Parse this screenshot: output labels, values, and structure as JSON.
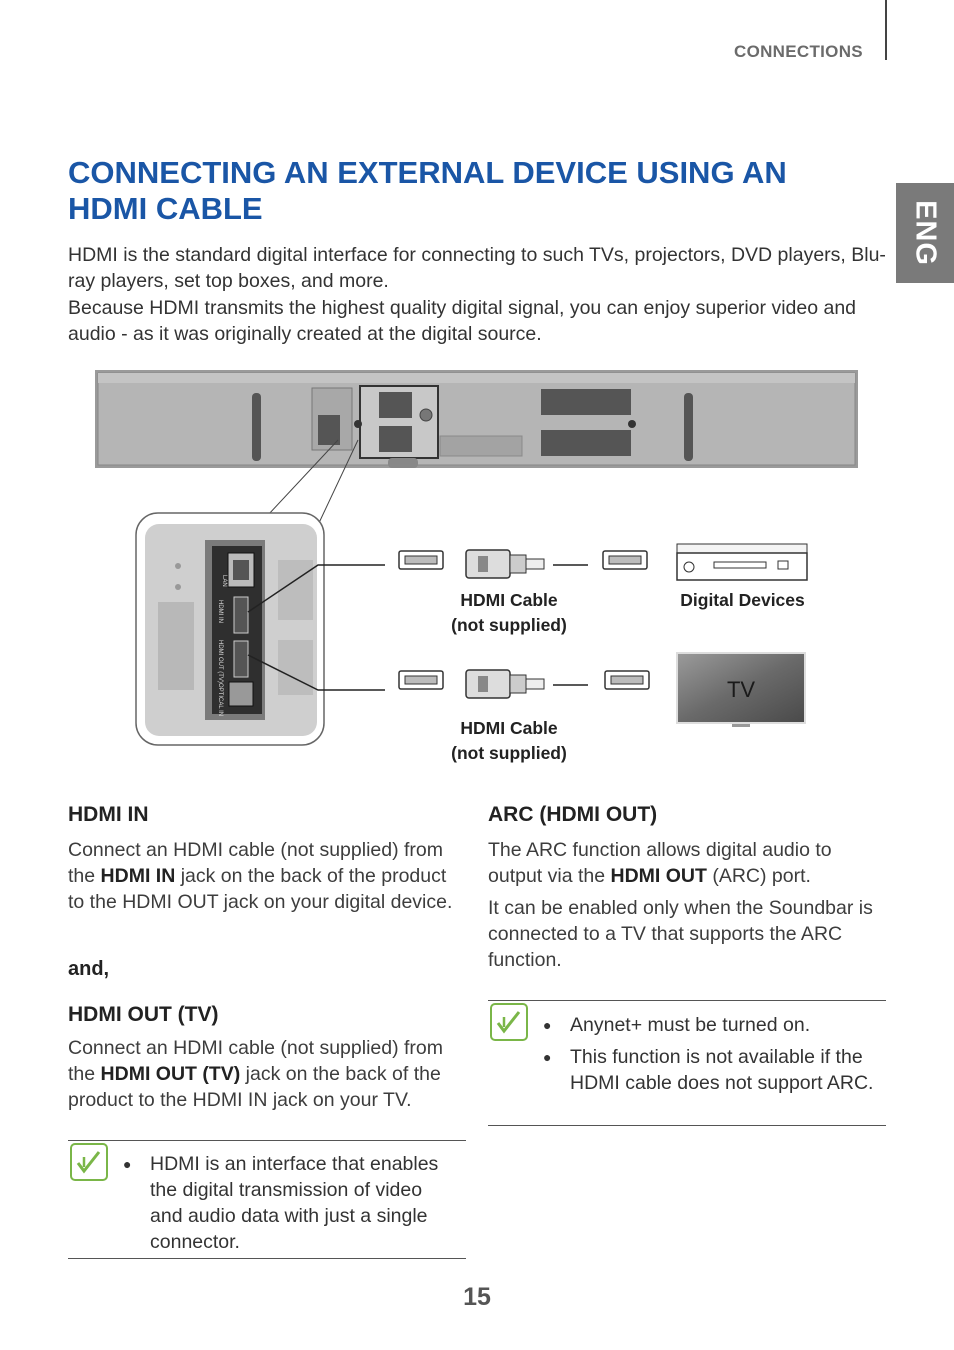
{
  "header": {
    "section": "CONNECTIONS",
    "lang_tab": "ENG"
  },
  "title": "CONNECTING AN EXTERNAL DEVICE USING AN HDMI CABLE",
  "intro": {
    "p1": "HDMI is the standard digital interface for connecting to such TVs, projectors, DVD players, Blu-ray players, set top boxes, and more.",
    "p2": "Because HDMI transmits the highest quality digital signal, you can enjoy superior video and audio - as it was originally created at the digital source."
  },
  "diagram": {
    "cable1_caption_l1": "HDMI Cable",
    "cable1_caption_l2": "(not supplied)",
    "cable2_caption_l1": "HDMI Cable",
    "cable2_caption_l2": "(not supplied)",
    "digital_devices": "Digital Devices",
    "tv_label": "TV",
    "port_labels": {
      "lan": "LAN",
      "hdmi_in": "HDMI IN",
      "hdmi_out": "HDMI OUT (TV)",
      "optical": "OPTICAL IN"
    }
  },
  "left_col": {
    "hdmi_in_heading": "HDMI IN",
    "hdmi_in_p_a": "Connect an HDMI cable (not supplied) from the ",
    "hdmi_in_p_bold": "HDMI IN",
    "hdmi_in_p_b": " jack on the back of the product to the HDMI OUT jack on your digital device.",
    "and": "and,",
    "hdmi_out_heading": "HDMI OUT (TV)",
    "hdmi_out_p_a": "Connect an HDMI cable (not supplied) from the ",
    "hdmi_out_p_bold": "HDMI OUT (TV)",
    "hdmi_out_p_b": " jack on the back of the product to the HDMI IN jack on your TV.",
    "note": "HDMI is an interface that enables the digital transmission of video and audio data with just a single connector."
  },
  "right_col": {
    "arc_heading": "ARC (HDMI OUT)",
    "arc_p1_a": "The ARC function allows digital audio to output via the ",
    "arc_p1_bold": "HDMI OUT",
    "arc_p1_b": " (ARC) port.",
    "arc_p2": "It can be enabled only when the Soundbar is connected to a TV that supports the ARC function.",
    "notes": [
      "Anynet+ must be turned on.",
      "This function is not available if the HDMI cable does not support ARC."
    ]
  },
  "page_number": "15",
  "colors": {
    "title_blue": "#1a56a6",
    "note_green": "#7ab648",
    "tab_gray": "#7a7a7a"
  }
}
